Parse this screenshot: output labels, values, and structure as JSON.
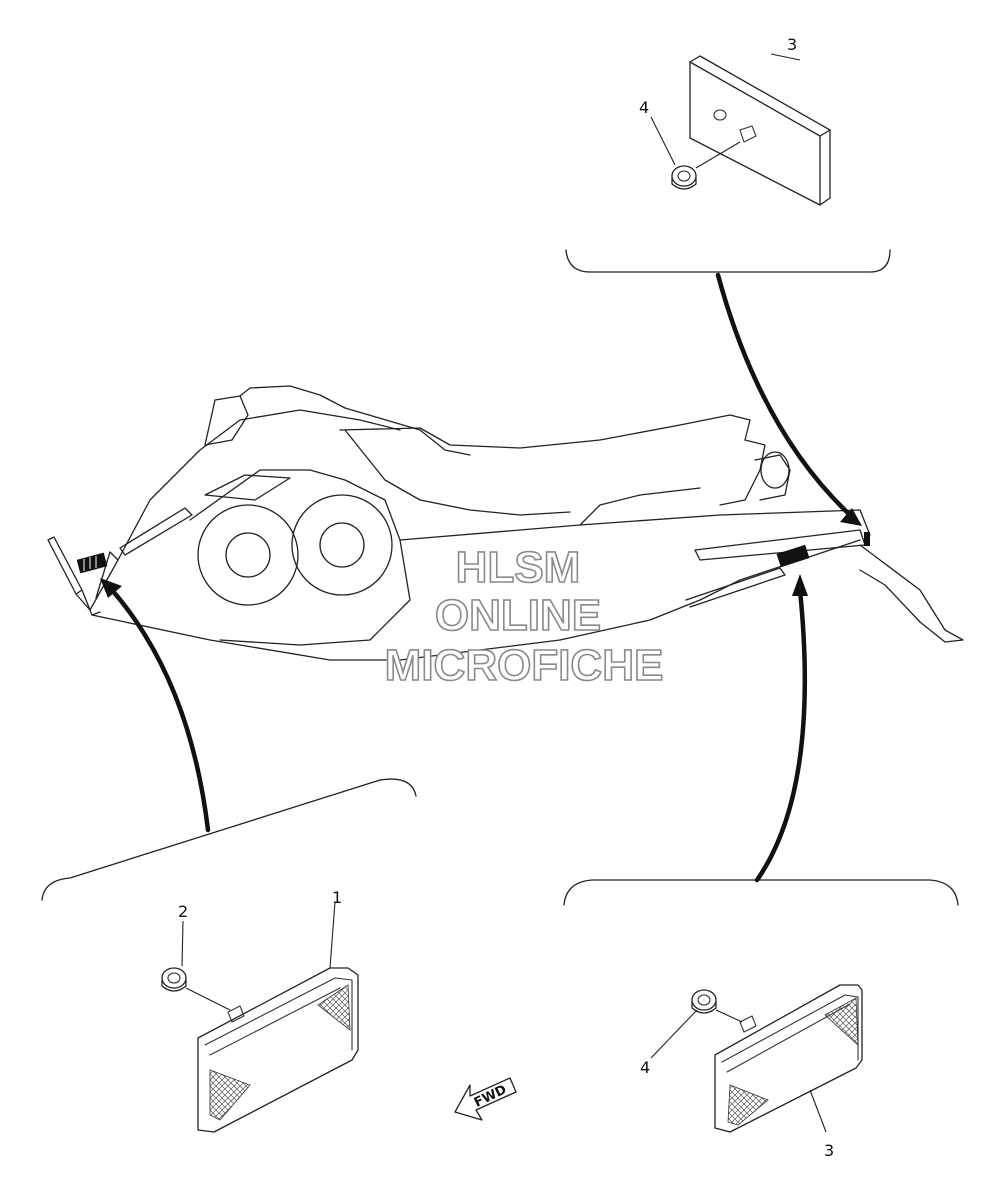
{
  "callouts": [
    {
      "id": "callout-1",
      "label": "1"
    },
    {
      "id": "callout-2",
      "label": "2"
    },
    {
      "id": "callout-3-top",
      "label": "3"
    },
    {
      "id": "callout-4-top",
      "label": "4"
    },
    {
      "id": "callout-4-bottom",
      "label": "4"
    },
    {
      "id": "callout-3-bottom",
      "label": "3"
    }
  ],
  "direction_marker": {
    "label": "FWD"
  },
  "watermark": {
    "line1": "HLSM",
    "line2": "ONLINE",
    "line3": "MICROFICHE"
  },
  "colors": {
    "line": "#222222",
    "watermark_outline": "#8a8a8a",
    "background": "#ffffff"
  }
}
